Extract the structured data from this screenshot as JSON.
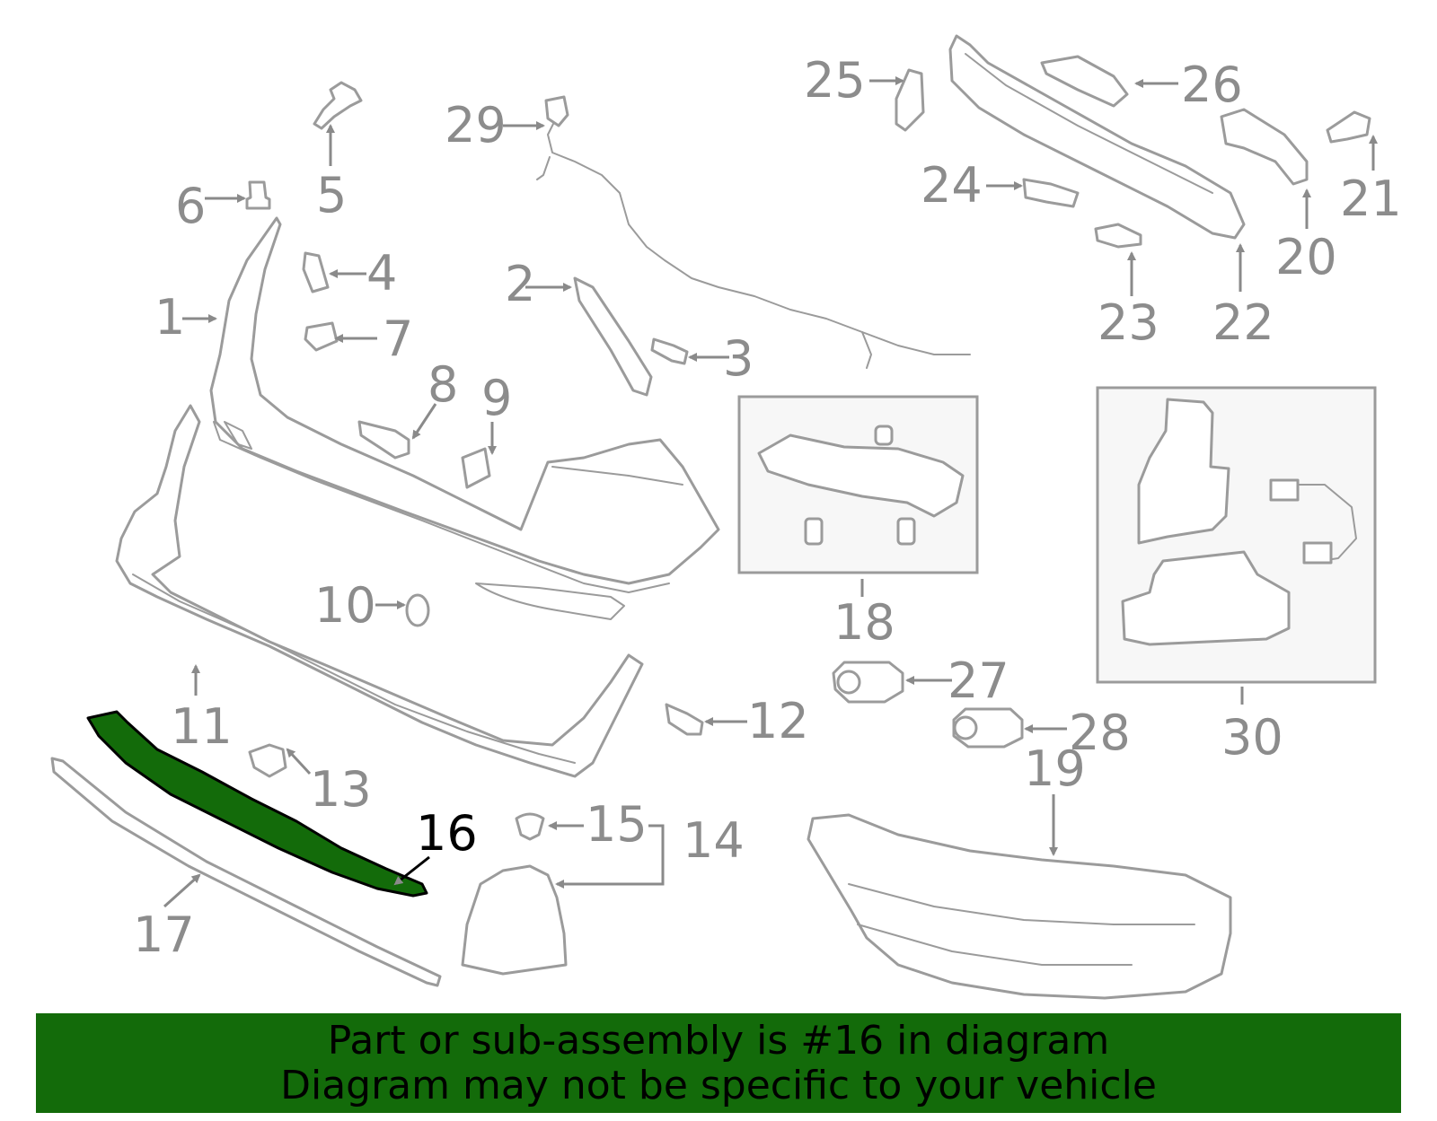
{
  "highlight_color": "#136b0a",
  "callouts": {
    "c1": "1",
    "c2": "2",
    "c3": "3",
    "c4": "4",
    "c5": "5",
    "c6": "6",
    "c7": "7",
    "c8": "8",
    "c9": "9",
    "c10": "10",
    "c11": "11",
    "c12": "12",
    "c13": "13",
    "c14": "14",
    "c15": "15",
    "c16": "16",
    "c17": "17",
    "c18": "18",
    "c19": "19",
    "c20": "20",
    "c21": "21",
    "c22": "22",
    "c23": "23",
    "c24": "24",
    "c25": "25",
    "c26": "26",
    "c27": "27",
    "c28": "28",
    "c29": "29",
    "c30": "30"
  },
  "banner": {
    "line1": "Part or sub-assembly is #16 in diagram",
    "line2": "Diagram may not be specific to your vehicle"
  }
}
